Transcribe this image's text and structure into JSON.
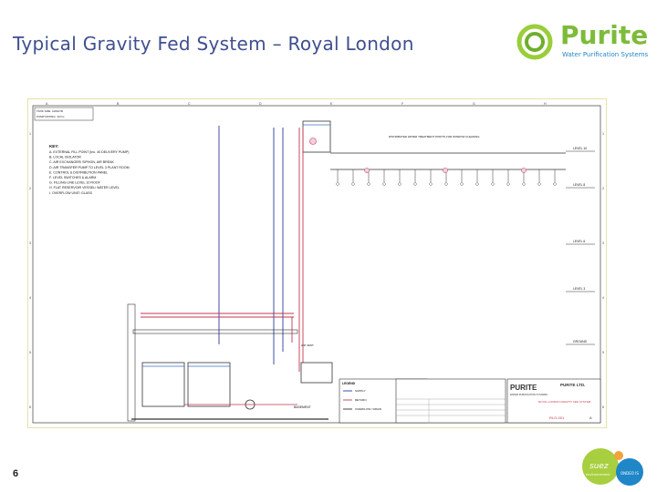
{
  "slide": {
    "title": "Typical Gravity Fed System – Royal London",
    "page_number": "6"
  },
  "logo": {
    "name": "Purite",
    "tagline": "Water Purification Systems"
  },
  "drawing": {
    "cols_top": [
      "A",
      "B",
      "C",
      "D",
      "E",
      "F",
      "G",
      "H"
    ],
    "rows_side": [
      "1",
      "2",
      "3",
      "4",
      "5",
      "6"
    ],
    "header_lines": [
      "TANK SIZE: 1000LTR",
      "PUMP RATING: 10 l/m"
    ],
    "key_title": "KEY:",
    "key_items": [
      "A. EXTERNAL FILL POINT (Inc. 40 DELIVERY PUMP)",
      "B. LOCAL ISOLATOR",
      "C. AIR EXCHANGER/ SIPHON, AIR BREAK",
      "D. AIR TRANSFER PUMP TO LEVEL 3 PLANT ROOM",
      "E. CONTROL & DISTRIBUTION PANEL",
      "F. LEVEL SWITCHES & ALARM",
      "G. FILLING LINE LEVEL 10 ROOF",
      "H. FLAT RESERVOIR VESSEL/ WATER LEVEL",
      "I. OVERFLOW UNIT/ GLASS"
    ],
    "distribution_note": "DISTRIBUTED WATER TREATMENT POINTS FOR WINDOW CLEANING",
    "level_labels": [
      "LEVEL 10",
      "LEVEL 8",
      "LEVEL 6",
      "LEVEL 3",
      "GROUND",
      "BASEMENT"
    ],
    "outlet_count": 15,
    "vent_label": "AIR VENT",
    "title_block": {
      "company": "PURITE LTD.",
      "brand": "PURITE",
      "subtitle": "WATER PURIFICATION SYSTEMS",
      "drawing_title": "ROYAL LONDON GRAVITY FED SYSTEM",
      "drawing_no": "RLG-001",
      "rev": "A"
    },
    "legend_title": "LEGEND",
    "legend_items": [
      "SUPPLY",
      "RETURN",
      "OVERFLOW / DRAIN"
    ]
  },
  "footer_logo": {
    "name": "suez",
    "tagline": "environnement",
    "badge": "ONDEO IS"
  },
  "colors": {
    "title": "#3f4f8f",
    "brand_green": "#7dbb3a",
    "brand_blue": "#1f86c7",
    "supply_line": "#2b3a9a",
    "return_line": "#c2374f",
    "drawing_line": "#333333"
  }
}
